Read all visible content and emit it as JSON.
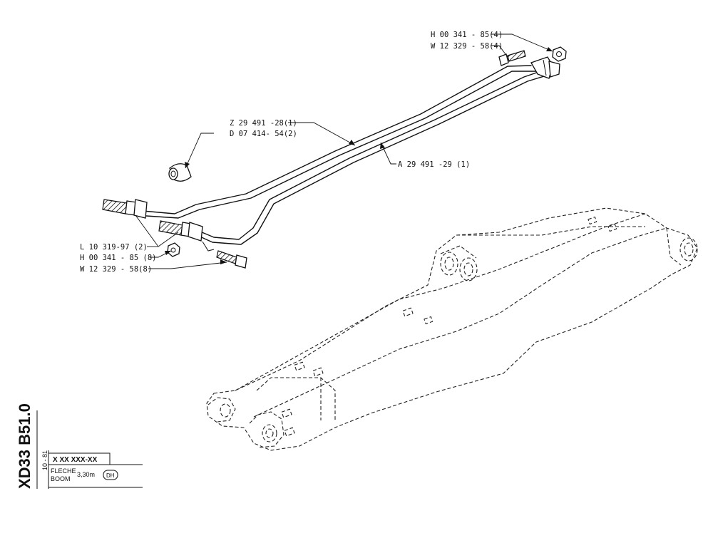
{
  "callouts": {
    "nut_top": "H 00 341 - 85(4)",
    "screw_top": "W 12 329 - 58(4)",
    "pipe_z": "Z 29 491 -28(1)",
    "clamp_d": "D 07 414- 54(2)",
    "pipe_a": "A 29 491 -29 (1)",
    "hose_l": "L 10 319-97 (2)",
    "nut_bottom": "H 00 341 - 85 (8)",
    "screw_bottom": "W 12 329 - 58(8)"
  },
  "title_block": {
    "drawing_code": "XD33 B51.0",
    "date": "10 - 81",
    "part_number": "X XX XXX-XX",
    "name_fr": "FLECHE",
    "name_en": "BOOM",
    "length": "3,30m",
    "variant": "DH"
  }
}
